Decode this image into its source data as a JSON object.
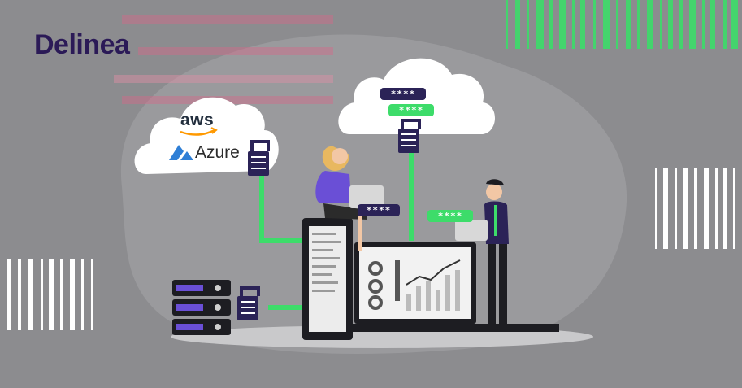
{
  "brand": {
    "logo_text": "Delinea"
  },
  "cloud_providers": {
    "aws": "aws",
    "azure": "Azure"
  },
  "password_fields": [
    {
      "id": "cloud-dark",
      "masked": "****",
      "color": "#2b2357"
    },
    {
      "id": "cloud-green",
      "masked": "****",
      "color": "#3ddc6a"
    },
    {
      "id": "woman-dark",
      "masked": "****",
      "color": "#2b2357"
    },
    {
      "id": "man-green",
      "masked": "****",
      "color": "#3ddc6a"
    }
  ],
  "colors": {
    "background": "#8c8c8f",
    "accent_green": "#3ddc6a",
    "brand_purple": "#2b1a57",
    "dark": "#1d1d22"
  }
}
